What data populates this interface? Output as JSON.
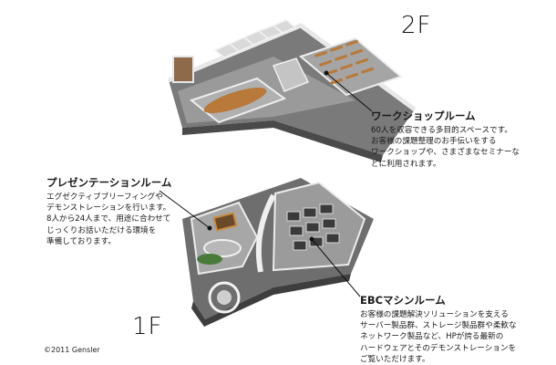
{
  "floors": {
    "second": "2F",
    "first": "1F"
  },
  "callouts": {
    "workshop": {
      "title": "ワークショップルーム",
      "body": "60人を収容できる多目的スペースです。\nお客様の課題整理のお手伝いをする\nワークショップや、さまざまなセミナーな\nどに利用されます。"
    },
    "presentation": {
      "title": "プレゼンテーションルーム",
      "body": "エグゼクティブブリーフィングや\nデモンストレーションを行います。\n8人から24人まで、用途に合わせて\nじっくりお話いただける環境を\n準備しております。"
    },
    "ebc": {
      "title": "EBCマシンルーム",
      "body": "お客様の課題解決ソリューションを支える\nサーバー製品群、ストレージ製品群や柔軟な\nネットワーク製品など、HPが誇る最新の\nハードウェアとそのデモンストレーションを\nご覧いただけます。"
    }
  },
  "copyright": "©2011 Gensler",
  "colors": {
    "wall": "#e9e9e9",
    "wall_dark": "#bdbdbd",
    "floor": "#8c8c8c",
    "floor_dark": "#5e5e5e",
    "wood": "#b87a3a",
    "leader": "#111111"
  }
}
